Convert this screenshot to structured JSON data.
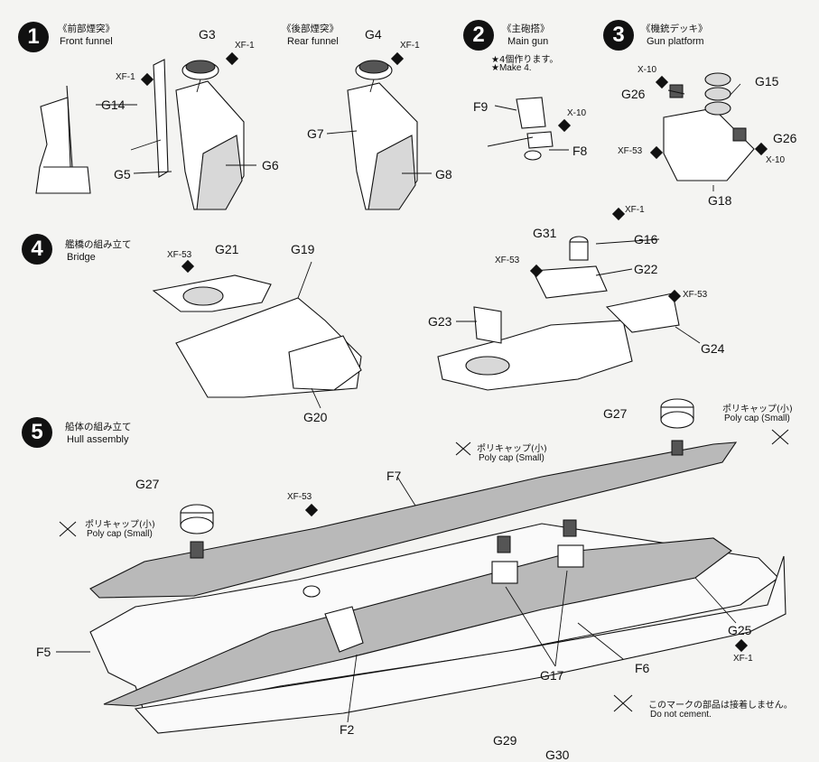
{
  "steps": [
    {
      "number": "1",
      "title_jp": "《前部煙突》",
      "title_en": "Front funnel"
    },
    {
      "number": "",
      "title_jp": "《後部煙突》",
      "title_en": "Rear funnel"
    },
    {
      "number": "2",
      "title_jp": "《主砲搭》",
      "title_en": "Main gun",
      "note_jp": "★4個作ります。",
      "note_en": "★Make 4."
    },
    {
      "number": "3",
      "title_jp": "《機銃デッキ》",
      "title_en": "Gun platform"
    },
    {
      "number": "4",
      "title_jp": "艦橋の組み立て",
      "title_en": "Bridge"
    },
    {
      "number": "5",
      "title_jp": "船体の組み立て",
      "title_en": "Hull assembly"
    }
  ],
  "parts": {
    "g3": "G3",
    "g4": "G4",
    "g5": "G5",
    "g6": "G6",
    "g7": "G7",
    "g8": "G8",
    "g14": "G14",
    "f9": "F9",
    "f8": "F8",
    "g15": "G15",
    "g26a": "G26",
    "g26b": "G26",
    "g18": "G18",
    "g21": "G21",
    "g19": "G19",
    "g20": "G20",
    "g31": "G31",
    "g16": "G16",
    "g22": "G22",
    "g23": "G23",
    "g24": "G24",
    "g27a": "G27",
    "g27b": "G27",
    "f7": "F7",
    "f5": "F5",
    "f2": "F2",
    "f6": "F6",
    "g17": "G17",
    "g25": "G25",
    "g29": "G29",
    "g30": "G30"
  },
  "paints": {
    "xf1_a": "XF-1",
    "xf1_b": "XF-1",
    "xf1_c": "XF-1",
    "xf1_d": "XF-1",
    "xf1_e": "XF-1",
    "x10_a": "X-10",
    "x10_b": "X-10",
    "x10_c": "X-10",
    "xf53_a": "XF-53",
    "xf53_b": "XF-53",
    "xf53_c": "XF-53",
    "xf53_d": "XF-53",
    "xf53_e": "XF-53"
  },
  "polycap": {
    "jp": "ポリキャップ(小)",
    "en": "Poly cap (Small)"
  },
  "legend": {
    "jp": "このマークの部品は接着しません。",
    "en": "Do not cement."
  },
  "colors": {
    "ink": "#111111",
    "paper": "#f4f4f2",
    "deck": "#b9b9b9",
    "shade": "#555555"
  }
}
